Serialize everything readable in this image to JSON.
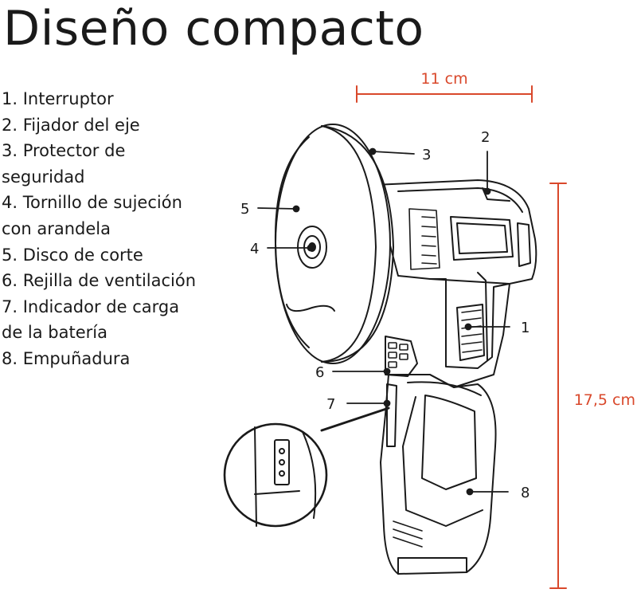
{
  "title": "Diseño compacto",
  "parts": [
    "1. Interruptor",
    "2. Fijador del eje",
    "3. Protector de",
    "seguridad",
    "4. Tornillo de sujeción",
    "con arandela",
    "5. Disco de corte",
    "6. Rejilla de ventilación",
    "7. Indicador de carga",
    "de la batería",
    "8. Empuñadura"
  ],
  "callouts": {
    "c1": "1",
    "c2": "2",
    "c3": "3",
    "c4": "4",
    "c5": "5",
    "c6": "6",
    "c7": "7",
    "c8": "8"
  },
  "dimensions": {
    "width_label": "11 cm",
    "height_label": "17,5 cm"
  },
  "colors": {
    "accent": "#d9482b",
    "ink": "#1a1a1a"
  }
}
